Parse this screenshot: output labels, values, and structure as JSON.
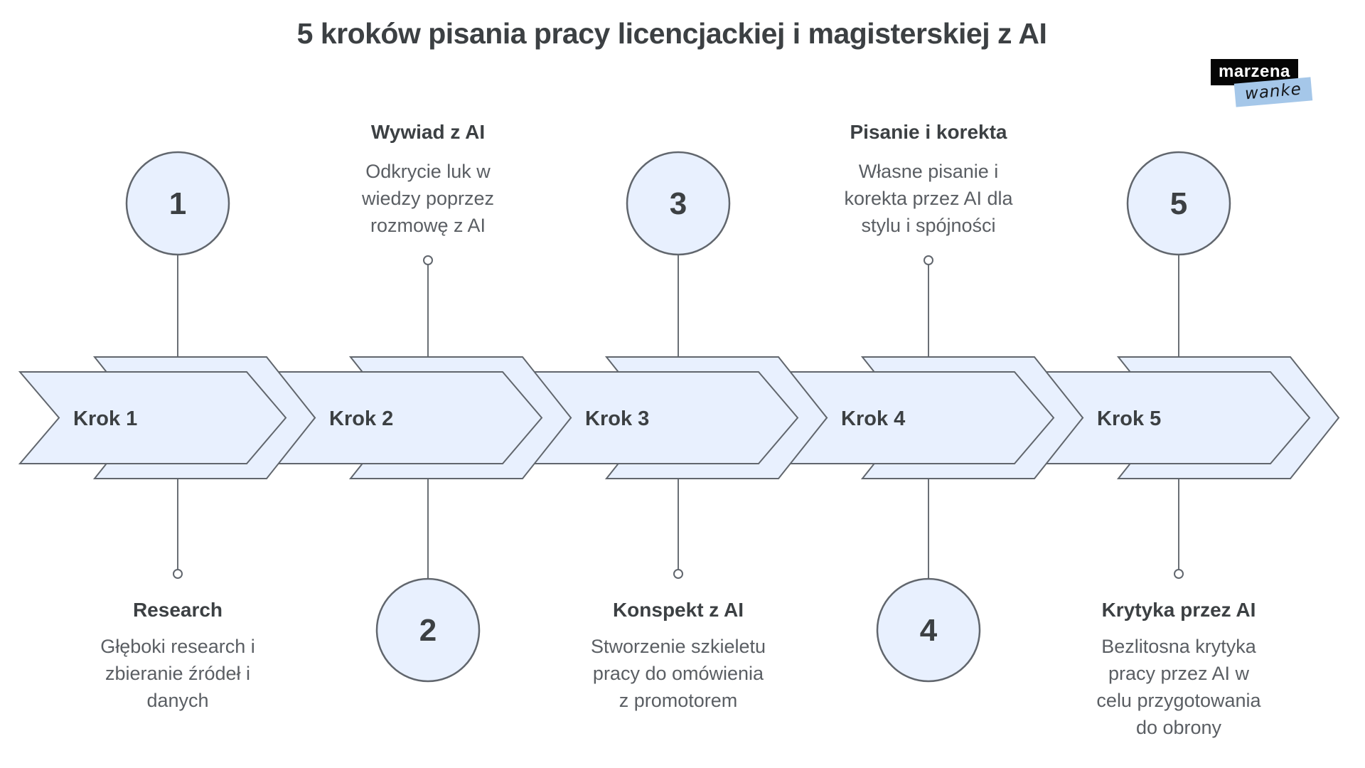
{
  "title": "5 kroków pisania pracy licencjackiej i magisterskiej z AI",
  "logo": {
    "line1": "marzena",
    "line2": "wanke"
  },
  "colors": {
    "shape_fill": "#e8f0fe",
    "shape_stroke": "#61666d",
    "heading_text": "#3c4043",
    "body_text": "#5a5e63",
    "logo_black": "#050505",
    "logo_blue": "#a5c7e9"
  },
  "steps": [
    {
      "label": "Krok 1",
      "number": "1",
      "heading": "Research",
      "description": "Głęboki research i\nzbieranie źródeł i\ndanych",
      "text_position": "below",
      "circle_position": "above"
    },
    {
      "label": "Krok 2",
      "number": "2",
      "heading": "Wywiad z AI",
      "description": "Odkrycie luk w\nwiedzy poprzez\nrozmowę z AI",
      "text_position": "above",
      "circle_position": "below"
    },
    {
      "label": "Krok 3",
      "number": "3",
      "heading": "Konspekt z AI",
      "description": "Stworzenie szkieletu\npracy do omówienia\nz promotorem",
      "text_position": "below",
      "circle_position": "above"
    },
    {
      "label": "Krok 4",
      "number": "4",
      "heading": "Pisanie i korekta",
      "description": "Własne pisanie i\nkorekta przez AI dla\nstylu i spójności",
      "text_position": "above",
      "circle_position": "below"
    },
    {
      "label": "Krok 5",
      "number": "5",
      "heading": "Krytyka przez AI",
      "description": "Bezlitosna krytyka\npracy przez AI w\ncelu przygotowania\ndo obrony",
      "text_position": "below",
      "circle_position": "above"
    }
  ]
}
